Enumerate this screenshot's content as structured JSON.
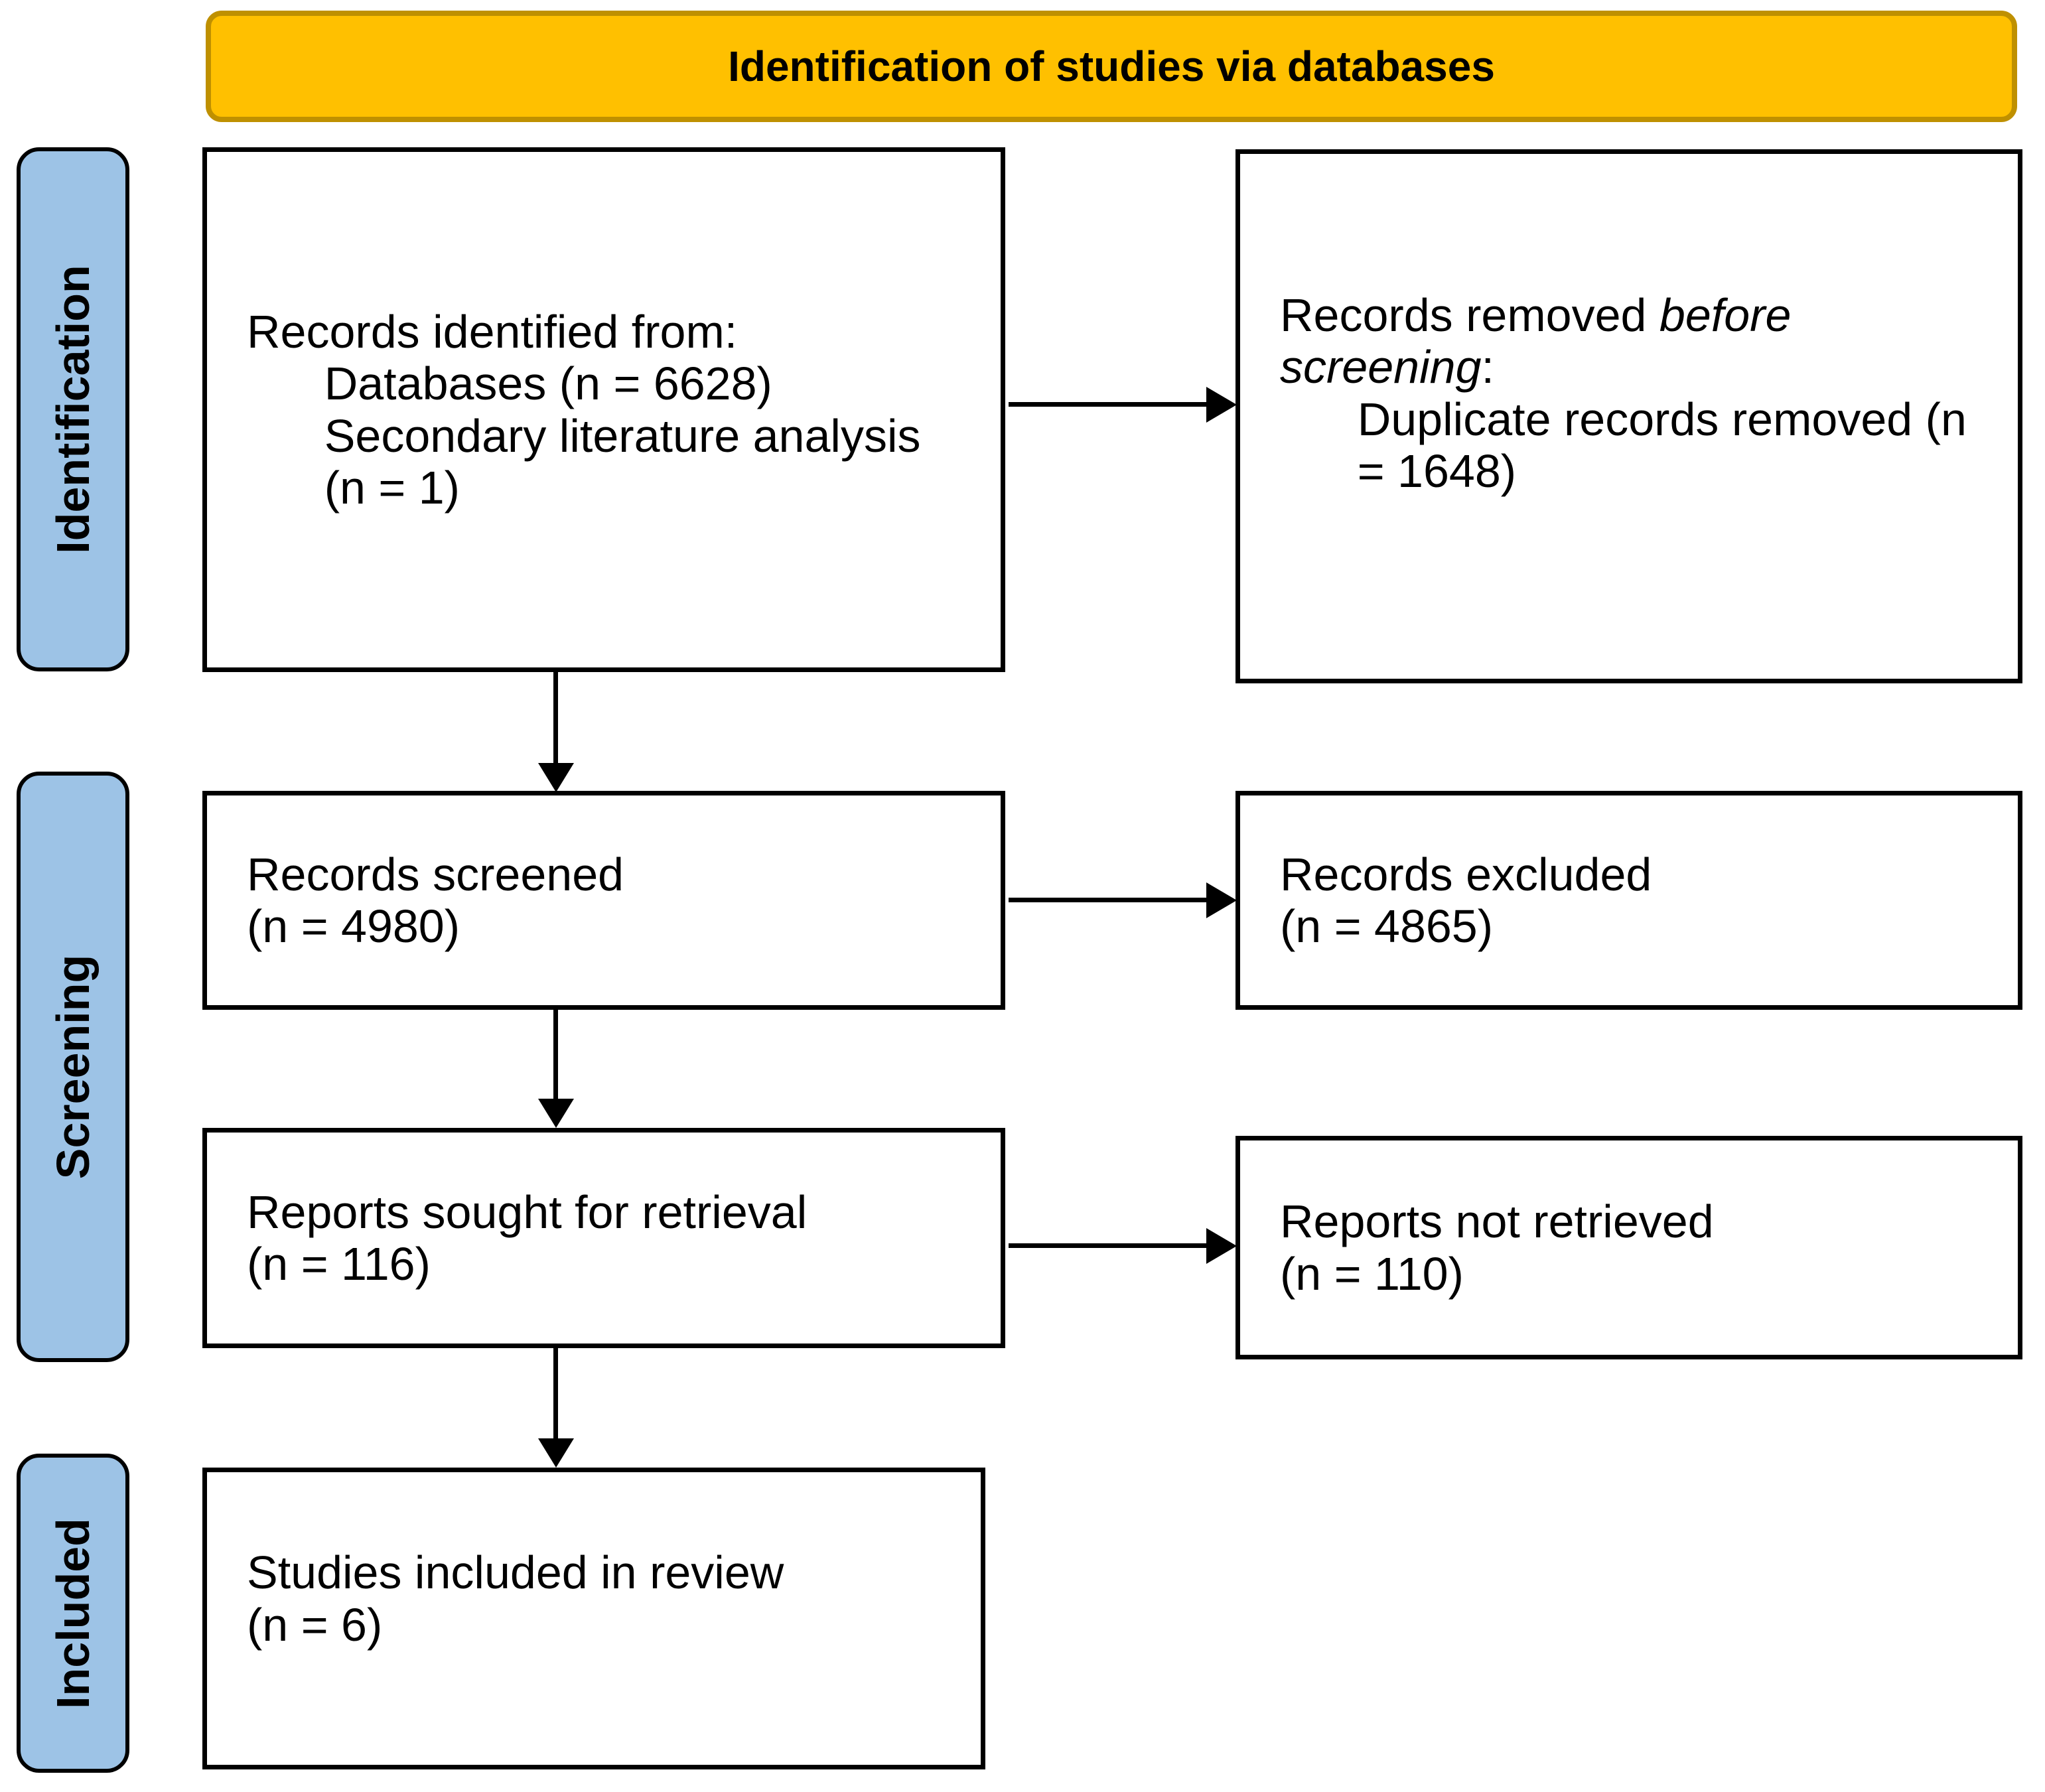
{
  "banner": {
    "title": "Identification of studies via databases"
  },
  "stage_labels": {
    "identification": "Identification",
    "screening": "Screening",
    "included": "Included"
  },
  "boxes": {
    "identified": {
      "text": "Records identified from:\n      Databases (n = 6628)\n      Secondary literature analysis\n      (n = 1)"
    },
    "removed": {
      "prefix": "Records removed ",
      "emphasis": "before\nscreening",
      "suffix": ":\n      Duplicate records removed (n\n      = 1648)"
    },
    "screened": {
      "text": "Records screened\n(n = 4980)"
    },
    "excluded": {
      "text": "Records excluded\n(n = 4865)"
    },
    "sought": {
      "text": "Reports sought for retrieval\n(n = 116)"
    },
    "not_retrieved": {
      "text": "Reports not retrieved\n(n = 110)"
    },
    "included": {
      "text": "Studies included in review\n(n = 6)"
    }
  },
  "counts": {
    "databases": 6628,
    "secondary_literature_analysis": 1,
    "duplicates_removed": 1648,
    "screened": 4980,
    "excluded": 4865,
    "sought_for_retrieval": 116,
    "not_retrieved": 110,
    "included_in_review": 6
  },
  "colors": {
    "banner_fill": "#FFC000",
    "banner_border": "#BF9000",
    "stage_fill": "#9DC3E6",
    "box_border": "#000000",
    "arrow": "#000000"
  }
}
